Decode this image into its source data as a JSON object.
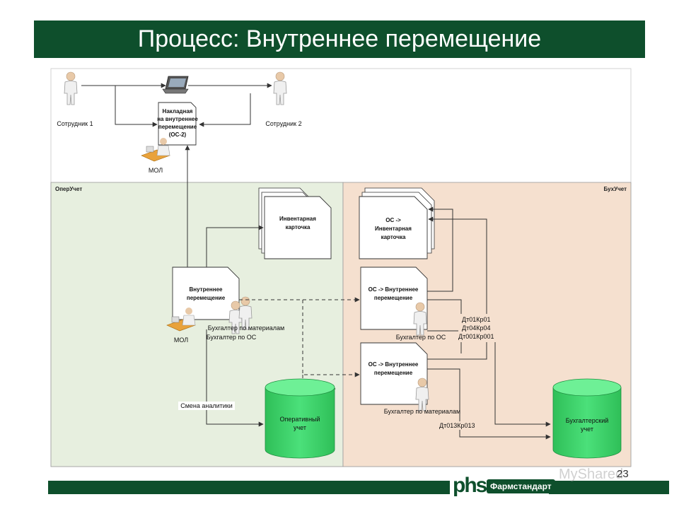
{
  "title": "Процесс: Внутреннее перемещение",
  "colors": {
    "title_bg": "#0e4f2c",
    "lane_left": "#e7efdf",
    "lane_right": "#f5e0cf",
    "db_green": "#3ecf68",
    "arrow": "#333333"
  },
  "top": {
    "employee1": "Сотрудник 1",
    "employee2": "Сотрудник 2",
    "invoice_doc": [
      "Накладная",
      "на внутреннее",
      "перемещение",
      "(ОС-2)"
    ],
    "mol_top": "МОЛ"
  },
  "lanes": {
    "left": "ОперУчет",
    "right": "БухУчет"
  },
  "left": {
    "inventory_card": [
      "Инвентарная",
      "карточка"
    ],
    "transfer_doc": [
      "Внутреннее",
      "перемещение"
    ],
    "mol": "МОЛ",
    "accountant_materials": "Бухгалтер по материалам",
    "accountant_os": "Бухгалтер по ОС",
    "analytics_change": "Смена аналитики",
    "db_operational": [
      "Оперативный",
      "учет"
    ]
  },
  "right": {
    "os_inventory_card": [
      "ОС ->",
      "Инвентарная",
      "карточка"
    ],
    "os_transfer1": [
      "ОС -> Внутреннее",
      "перемещение"
    ],
    "accountant_os": "Бухгалтер по ОС",
    "os_transfer2": [
      "ОС -> Внутреннее",
      "перемещение"
    ],
    "accountant_materials": "Бухгалтер по материалам",
    "postings": [
      "Дт01Кр01",
      "Дт04Кр04",
      "Дт001Кр001"
    ],
    "posting_013": "Дт013Кр013",
    "db_accounting": [
      "Бухгалтерский",
      "учет"
    ]
  },
  "footer": {
    "logo_mark": "phs",
    "logo_text": "Фармстандарт",
    "slide_number": "23",
    "watermark": "MyShared"
  }
}
